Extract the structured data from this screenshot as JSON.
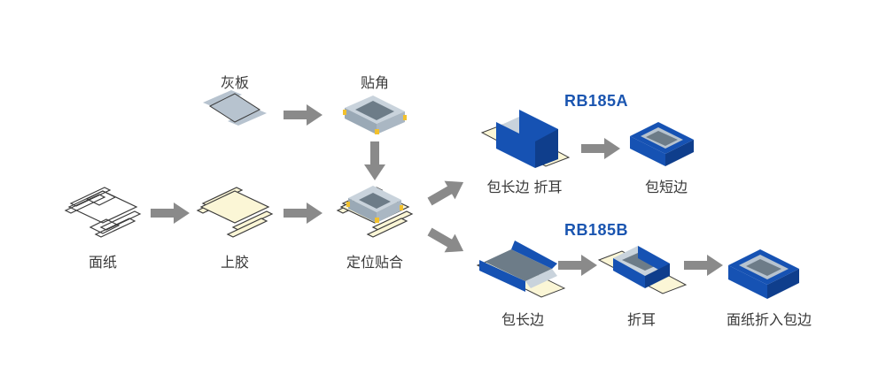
{
  "colors": {
    "arrow": "#8a8a8a",
    "paper_outline": "#3b3b3b",
    "paper_glue": "#fbf6d6",
    "greyboard": "#b7c3cf",
    "greyboard_dark": "#6d7c88",
    "corner_tape": "#f2c12e",
    "wrap_blue": "#1652b3",
    "wrap_blue_dark": "#0f3e8c",
    "model_text": "#1a55b0"
  },
  "steps": {
    "face_paper": "面纸",
    "glue": "上胶",
    "greyboard": "灰板",
    "corner": "贴角",
    "positioning": "定位贴合"
  },
  "branch_a": {
    "model": "RB185A",
    "step1": "包长边  折耳",
    "step2": "包短边"
  },
  "branch_b": {
    "model": "RB185B",
    "step1": "包长边",
    "step2": "折耳",
    "step3": "面纸折入包边"
  }
}
